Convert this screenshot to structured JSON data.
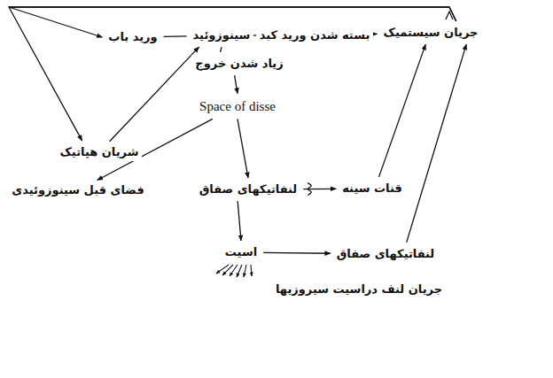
{
  "diagram": {
    "caption": "جریان لنف دراسیت سیروزیها",
    "nodes": [
      {
        "text": [
          "جریان سیستمیک"
        ]
      },
      {
        "text": [
          "بسته شدن ورید کبد"
        ]
      },
      {
        "text": [
          "سینوزوئید"
        ]
      },
      {
        "text": [
          "ورید باب"
        ]
      },
      {
        "text": [
          "زیاد شدن خروج"
        ]
      },
      {
        "text": [
          "شریان هپاتیک"
        ]
      },
      {
        "text": [
          "Space of disse"
        ]
      },
      {
        "text": [
          "فضای قبل سینوزوئیدی"
        ]
      },
      {
        "text": [
          "لنفاتیکهای صفاق"
        ]
      },
      {
        "text": [
          "قنات سینه"
        ]
      },
      {
        "text": [
          "اسیت"
        ]
      },
      {
        "text": [
          "لنفاتیکهای صفاق"
        ]
      }
    ],
    "edges": [
      {
        "from": 0,
        "to": 3,
        "arrow": "to"
      },
      {
        "from": 0,
        "to": 5,
        "arrow": "to"
      },
      {
        "from": 3,
        "to": 2,
        "arrow": "none"
      },
      {
        "from": 2,
        "to": 1,
        "arrow": "none"
      },
      {
        "from": 1,
        "to": 0,
        "arrow": "to"
      },
      {
        "from": 5,
        "to": 2,
        "arrow": "to"
      },
      {
        "from": 2,
        "to": 4,
        "arrow": "none"
      },
      {
        "from": 4,
        "to": 6,
        "arrow": "to"
      },
      {
        "from": 6,
        "to": 7,
        "arrow": "to"
      },
      {
        "from": 6,
        "to": 8,
        "arrow": "to"
      },
      {
        "from": 8,
        "to": 9,
        "arrow": "to"
      },
      {
        "from": 9,
        "to": 0,
        "arrow": "to"
      },
      {
        "from": 8,
        "to": 10,
        "arrow": "to"
      },
      {
        "from": 10,
        "to": 11,
        "arrow": "to"
      },
      {
        "from": 11,
        "to": 0,
        "arrow": "to"
      }
    ]
  }
}
